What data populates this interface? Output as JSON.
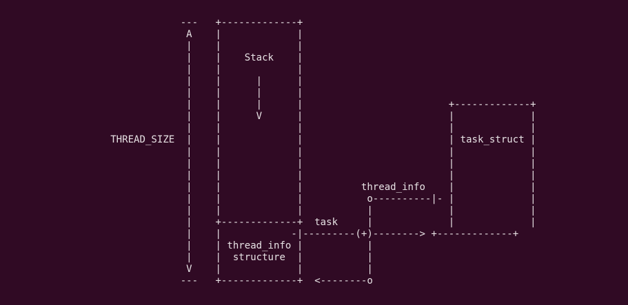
{
  "terminal": {
    "background": "#300a24",
    "foreground": "#e7e2e4"
  },
  "diagram": {
    "lines": [
      "                              ---   +-------------+",
      "                               A    |             |",
      "                               |    |             |",
      "                               |    |    Stack    |",
      "                               |    |             |",
      "                               |    |      |      |",
      "                               |    |      |      |",
      "                               |    |      |      |                         +-------------+",
      "                               |    |      V      |                         |             |",
      "                               |    |             |                         |             |",
      "                  THREAD_SIZE  |    |             |                         | task_struct |",
      "                               |    |             |                         |             |",
      "                               |    |             |                         |             |",
      "                               |    |             |                         |             |",
      "                               |    |             |          thread_info    |             |",
      "                               |    |             |           o----------|- |             |",
      "                               |    |             |           |             |             |",
      "                               |    +-------------+  task     |             |             |",
      "                               |    |            -|---------(+)--------> +-------------+",
      "                               |    | thread_info |           |",
      "                               |    |  structure  |           |",
      "                               V    |             |           |",
      "                              ---   +-------------+  <--------o"
    ]
  }
}
